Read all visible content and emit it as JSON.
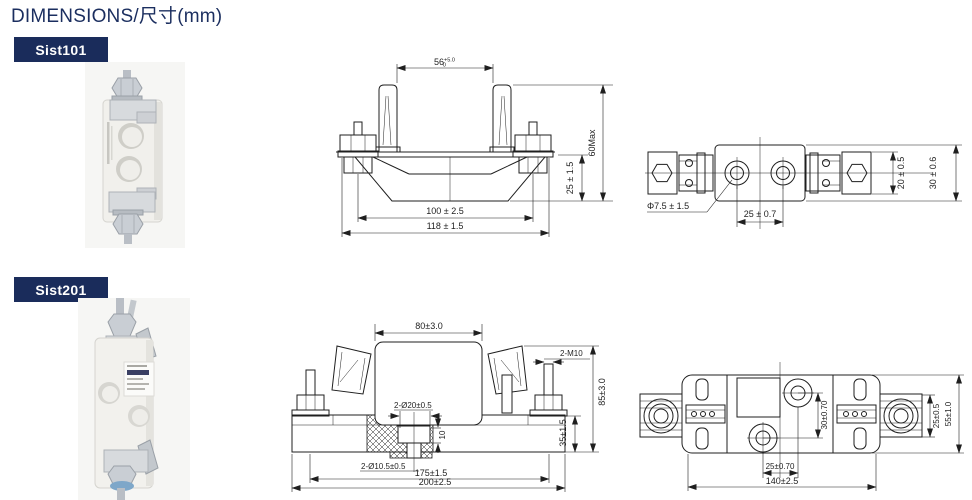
{
  "page": {
    "title": "DIMENSIONS/尺寸(mm)"
  },
  "colors": {
    "navy": "#1a2c5b",
    "line": "#1f1f1f",
    "photo_bg": "#f6f6f4"
  },
  "sist101": {
    "label": "Sist101",
    "front": {
      "w56": "56",
      "w56_sup": "+5.0",
      "w56_sub": "0",
      "h60": "60Max",
      "h25": "25 ± 1.5",
      "w100": "100 ± 2.5",
      "w118": "118 ± 1.5"
    },
    "top": {
      "dia": "Φ7.5 ± 1.5",
      "span25": "25 ± 0.7",
      "w20": "20 ± 0.5",
      "w30": "30 ± 0.6"
    }
  },
  "sist201": {
    "label": "Sist201",
    "front": {
      "w80": "80±3.0",
      "stud": "2-M10",
      "h85": "85±3.0",
      "h35": "35±1.5",
      "slot": "2-Ø20±0.5",
      "d10": "10",
      "holes": "2-Ø10.5±0.5",
      "w175": "175±1.5",
      "w200": "200±2.5"
    },
    "top": {
      "v30": "30±0.70",
      "v25": "25±0.5",
      "v55": "55±1.0",
      "h25": "25±0.70",
      "w140": "140±2.5"
    }
  }
}
